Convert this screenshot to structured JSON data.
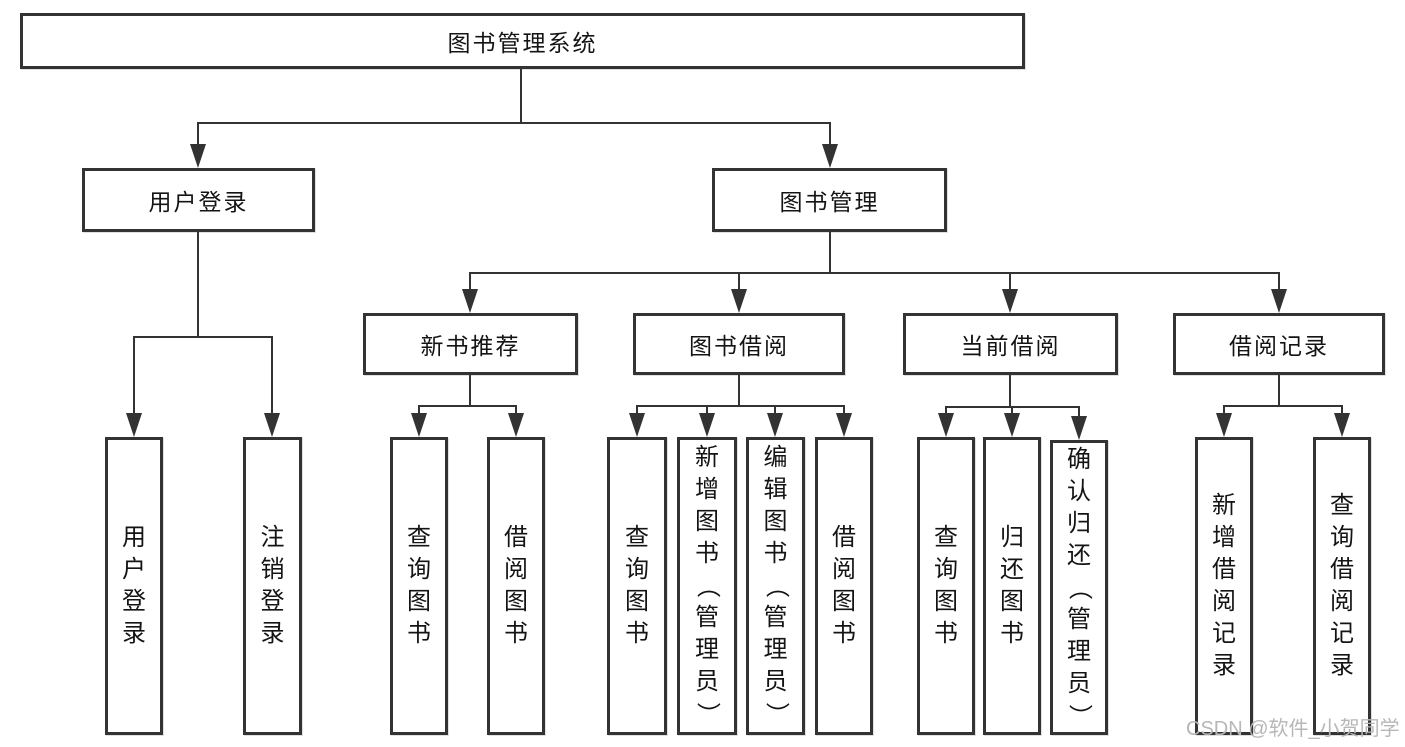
{
  "diagram": {
    "title": "图书管理系统",
    "type": "hierarchy-diagram"
  },
  "nodes": {
    "root": {
      "label": "图书管理系统"
    },
    "user_login_group": {
      "label": "用户登录"
    },
    "book_mgmt": {
      "label": "图书管理"
    },
    "new_book_rec": {
      "label": "新书推荐"
    },
    "book_borrow": {
      "label": "图书借阅"
    },
    "current_borrow": {
      "label": "当前借阅"
    },
    "borrow_records": {
      "label": "借阅记录"
    },
    "leaf_user_login": {
      "label": "用户登录"
    },
    "leaf_logout": {
      "label": "注销登录"
    },
    "leaf_query_book_1": {
      "label": "查询图书"
    },
    "leaf_borrow_book_1": {
      "label": "借阅图书"
    },
    "leaf_query_book_2": {
      "label": "查询图书"
    },
    "leaf_add_book": {
      "label": "新增图书（管理员）"
    },
    "leaf_edit_book": {
      "label": "编辑图书（管理员）"
    },
    "leaf_borrow_book_2": {
      "label": "借阅图书"
    },
    "leaf_query_book_3": {
      "label": "查询图书"
    },
    "leaf_return_book": {
      "label": "归还图书"
    },
    "leaf_confirm_return": {
      "label": "确认归还（管理员）"
    },
    "leaf_add_record": {
      "label": "新增借阅记录"
    },
    "leaf_query_record": {
      "label": "查询借阅记录"
    }
  },
  "hierarchy": {
    "图书管理系统": {
      "用户登录": [
        "用户登录",
        "注销登录"
      ],
      "图书管理": {
        "新书推荐": [
          "查询图书",
          "借阅图书"
        ],
        "图书借阅": [
          "查询图书",
          "新增图书（管理员）",
          "编辑图书（管理员）",
          "借阅图书"
        ],
        "当前借阅": [
          "查询图书",
          "归还图书",
          "确认归还（管理员）"
        ],
        "借阅记录": [
          "新增借阅记录",
          "查询借阅记录"
        ]
      }
    }
  },
  "watermark": {
    "text": "CSDN @软件_小贺同学",
    "color": "#b7b7b7"
  },
  "palette": {
    "line": "#333333",
    "text": "#141414",
    "background": "#ffffff"
  }
}
